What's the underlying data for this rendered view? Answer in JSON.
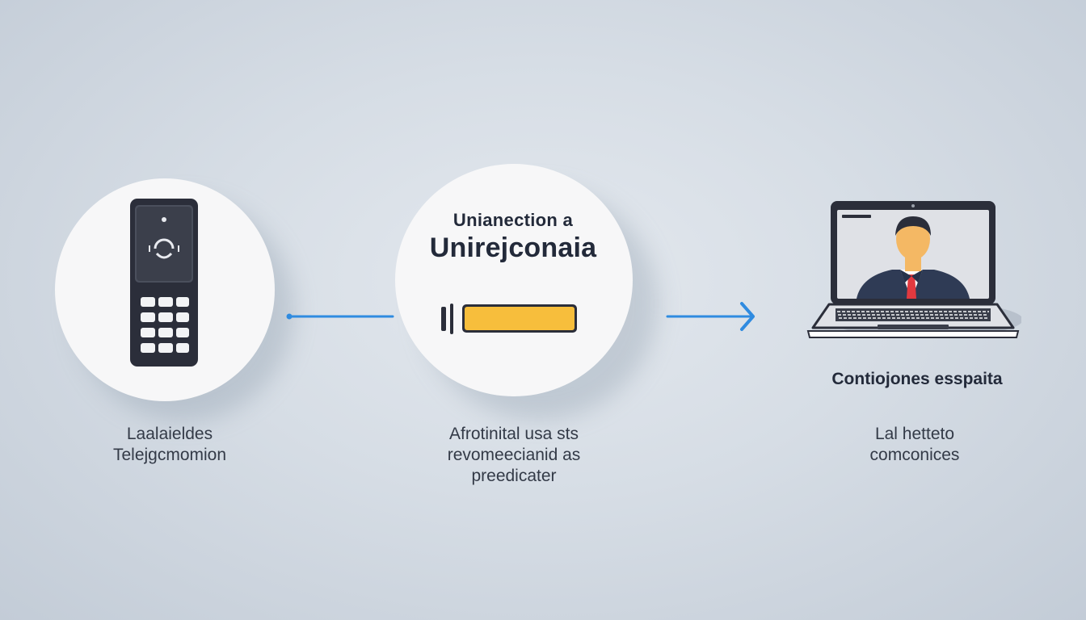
{
  "colors": {
    "background": "#d6dde5",
    "circle": "#f7f7f8",
    "arrow": "#2f8be0",
    "progress_fill": "#f7be3c",
    "device_dark": "#2b2e3a",
    "tie": "#e2393f",
    "skin": "#f4b864"
  },
  "left_node": {
    "icon": "mobile-phone-icon",
    "caption_line1": "Laalaieldes",
    "caption_line2": "Telejgcmomion"
  },
  "center_node": {
    "title_line1": "Unianection a",
    "title_line2": "Unirejconaia",
    "progress_value": 1.0,
    "caption_line1": "Afrotinital usa sts",
    "caption_line2": "revomeecianid as",
    "caption_line3": "preedicater"
  },
  "right_node": {
    "icon": "laptop-video-call-icon",
    "title": "Contiojones esspaita",
    "caption_line1": "Lal hetteto",
    "caption_line2": "comconices"
  },
  "connectors": [
    {
      "from": "left_node",
      "to": "center_node",
      "style": "line-with-dot"
    },
    {
      "from": "center_node",
      "to": "right_node",
      "style": "arrow"
    }
  ]
}
